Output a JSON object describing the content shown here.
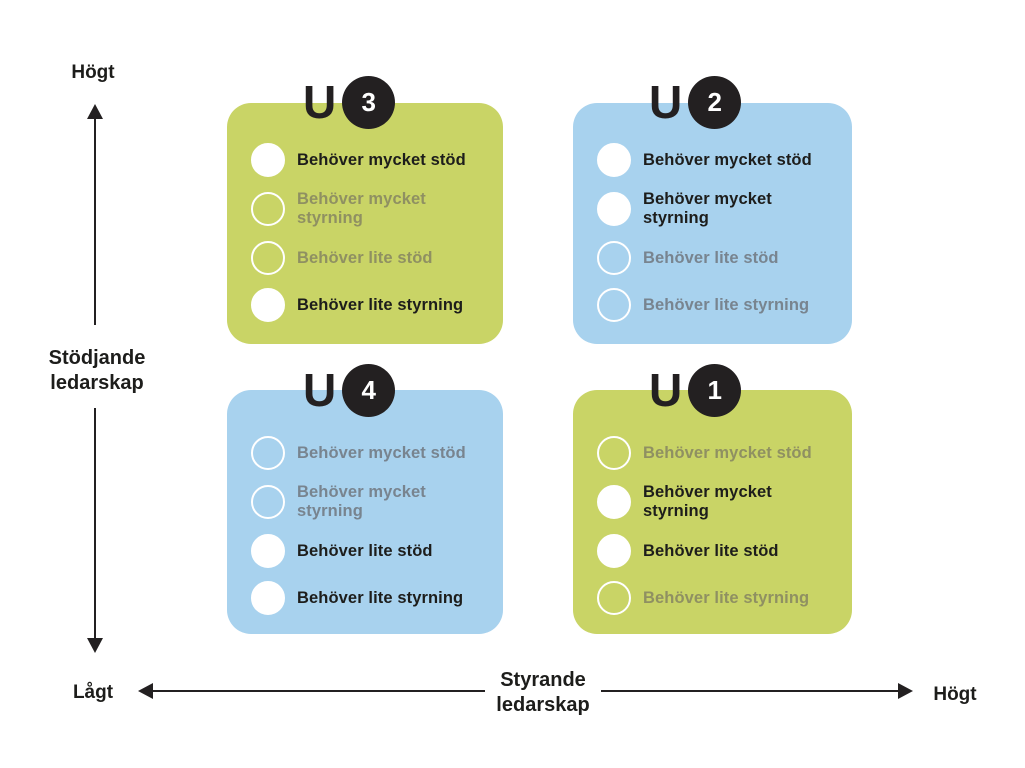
{
  "colors": {
    "green": "#c9d466",
    "blue": "#a8d2ee",
    "dark": "#232021",
    "gray_on_green": "#8f9062",
    "gray_on_blue": "#78848f",
    "white": "#ffffff"
  },
  "axis_y": {
    "high_label": "Högt",
    "axis_label": [
      "Stödjande",
      "ledarskap"
    ],
    "low_label": "Lågt"
  },
  "axis_x": {
    "axis_label": [
      "Styrande",
      "ledarskap"
    ],
    "high_label": "Högt"
  },
  "quadrants": [
    {
      "name": "U3",
      "unit_letter": "U",
      "unit_number": "3",
      "color": "green",
      "position": "top-left",
      "items": [
        {
          "label": "Behöver mycket stöd",
          "checked": true
        },
        {
          "label": "Behöver mycket styrning",
          "checked": false
        },
        {
          "label": "Behöver lite stöd",
          "checked": false
        },
        {
          "label": "Behöver lite styrning",
          "checked": true
        }
      ]
    },
    {
      "name": "U2",
      "unit_letter": "U",
      "unit_number": "2",
      "color": "blue",
      "position": "top-right",
      "items": [
        {
          "label": "Behöver mycket stöd",
          "checked": true
        },
        {
          "label": "Behöver mycket styrning",
          "checked": true
        },
        {
          "label": "Behöver lite stöd",
          "checked": false
        },
        {
          "label": "Behöver lite styrning",
          "checked": false
        }
      ]
    },
    {
      "name": "U4",
      "unit_letter": "U",
      "unit_number": "4",
      "color": "blue",
      "position": "bottom-left",
      "items": [
        {
          "label": "Behöver mycket stöd",
          "checked": false
        },
        {
          "label": "Behöver mycket styrning",
          "checked": false
        },
        {
          "label": "Behöver lite stöd",
          "checked": true
        },
        {
          "label": "Behöver lite styrning",
          "checked": true
        }
      ]
    },
    {
      "name": "U1",
      "unit_letter": "U",
      "unit_number": "1",
      "color": "green",
      "position": "bottom-right",
      "items": [
        {
          "label": "Behöver mycket stöd",
          "checked": false
        },
        {
          "label": "Behöver mycket styrning",
          "checked": true
        },
        {
          "label": "Behöver lite stöd",
          "checked": true
        },
        {
          "label": "Behöver lite styrning",
          "checked": false
        }
      ]
    }
  ]
}
